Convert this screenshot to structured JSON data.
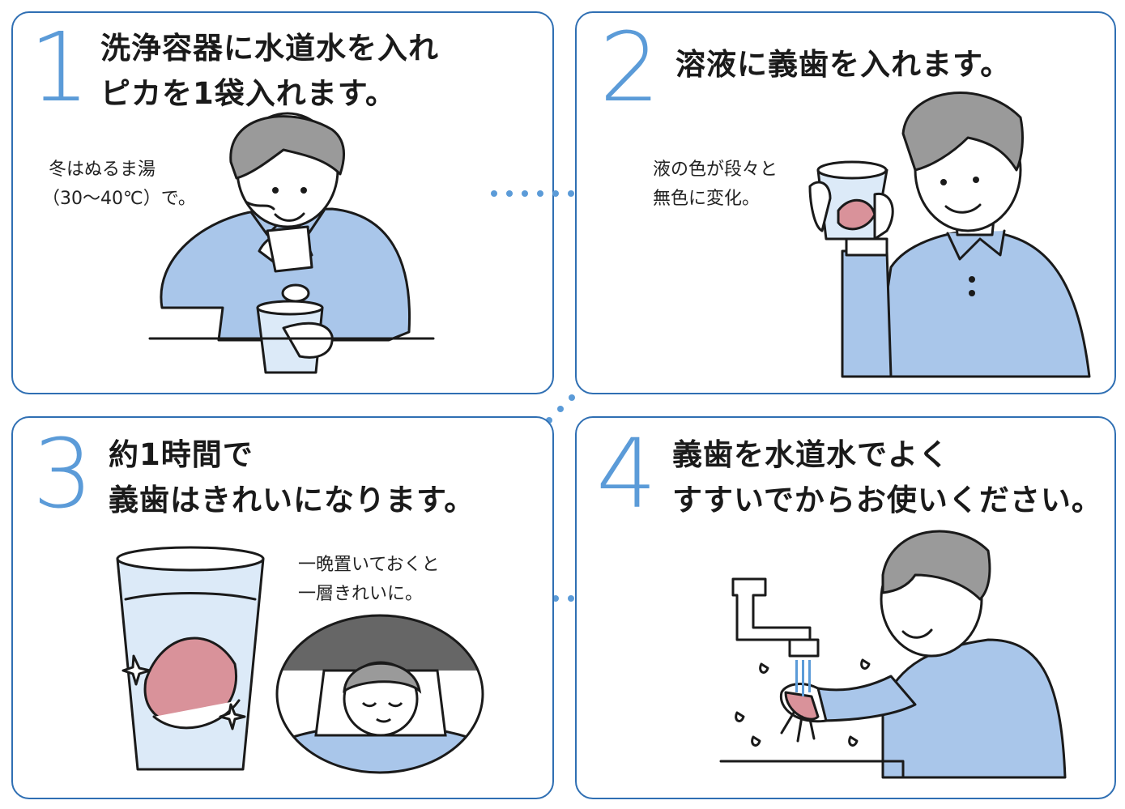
{
  "colors": {
    "border": "#2f6fb3",
    "number": "#5b9bd8",
    "shirt": "#a9c6ea",
    "hair": "#9a9a9a",
    "skin": "#ffffff",
    "denture": "#d9929a",
    "water": "#dceaf8",
    "dots": "#5b9bd8"
  },
  "steps": [
    {
      "number": "1",
      "title_line1": "洗浄容器に水道水を入れ",
      "title_line2": "ピカを1袋入れます。",
      "note_line1": "冬はぬるま湯",
      "note_line2": "（30～40℃）で。"
    },
    {
      "number": "2",
      "title_line1": "溶液に義歯を入れます。",
      "note_line1": "液の色が段々と",
      "note_line2": "無色に変化。"
    },
    {
      "number": "3",
      "title_line1": "約1時間で",
      "title_line2": "義歯はきれいになります。",
      "note_line1": "一晩置いておくと",
      "note_line2": "一層きれいに。"
    },
    {
      "number": "4",
      "title_line1": "義歯を水道水でよく",
      "title_line2": "すすいでからお使いください。"
    }
  ]
}
